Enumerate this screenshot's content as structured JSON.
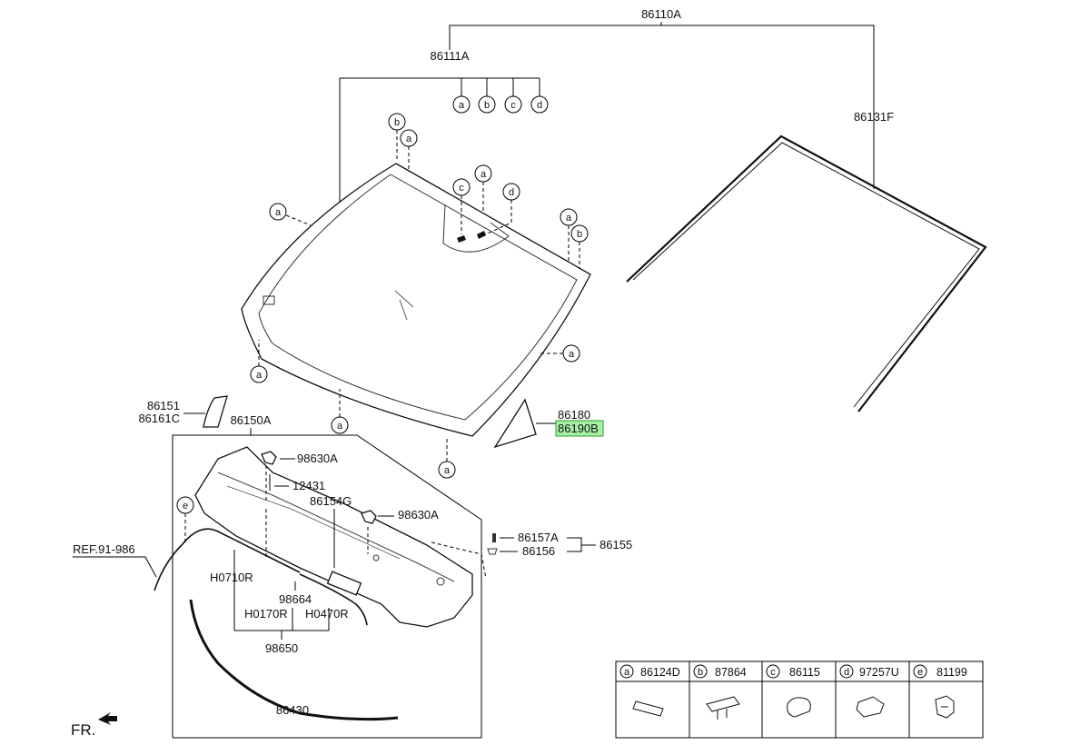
{
  "labels": {
    "assy_main": "86110A",
    "assy_glass": "86111A",
    "molding": "86131F",
    "cowl_assy": "86150A",
    "trim_1": "86151",
    "trim_2": "86161C",
    "tri_1": "86180",
    "tri_2": "86190B",
    "nozzle_1": "98630A",
    "screw": "12431",
    "cowl_part": "86154G",
    "nozzle_2": "98630A",
    "clip_1": "86157A",
    "clip_2": "86156",
    "clip_group": "86155",
    "ref": "REF.91-986",
    "hose_1": "H0710R",
    "valve": "98664",
    "hose_2": "H0170R",
    "hose_3": "H0470R",
    "hose_assy": "98650",
    "seal": "86430",
    "direction": "FR."
  },
  "callouts": {
    "a": "a",
    "b": "b",
    "c": "c",
    "d": "d",
    "e": "e"
  },
  "legend": [
    {
      "letter": "a",
      "part": "86124D",
      "icon": "strip-pad"
    },
    {
      "letter": "b",
      "part": "87864",
      "icon": "clip-bracket"
    },
    {
      "letter": "c",
      "part": "86115",
      "icon": "rubber-block"
    },
    {
      "letter": "d",
      "part": "97257U",
      "icon": "sensor-pad"
    },
    {
      "letter": "e",
      "part": "81199",
      "icon": "push-clip"
    }
  ],
  "colors": {
    "highlight_fill": "#a6f0a6",
    "highlight_stroke": "#2aa02a"
  }
}
